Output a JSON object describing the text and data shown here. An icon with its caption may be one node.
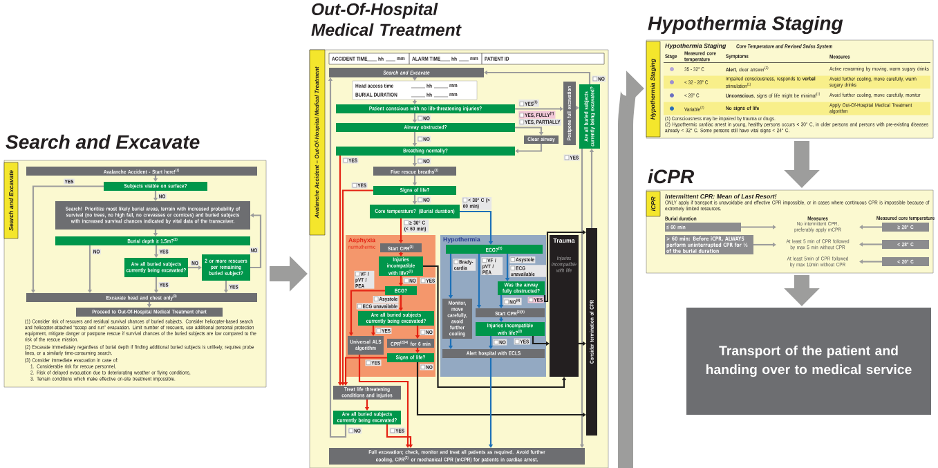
{
  "diagram": {
    "nodes": [
      {
        "text": [
          "Search and Excavate",
          "Search and Excavate"
        ]
      },
      {
        "text": [
          "Avalanche Accident - Start here!$^{(1)}$"
        ],
        "in": 0
      },
      {
        "text": [
          "Subjects visible on surface?"
        ],
        "in": 0
      },
      {
        "text": [
          "Search! Prioritize most likely burial areas, terrain with increased probability of survival (no trees, no high fall, no crevasses or cornices) and buried subjects with increased survival chances indicated by vital data of the transceiver."
        ],
        "in": 0
      },
      {
        "text": [
          "Burial depth ≥ 1.5m?$^{(2)}$"
        ],
        "in": 0
      },
      {
        "text": [
          "Are all buried subjects currently being excavated?"
        ],
        "in": 0
      },
      {
        "text": [
          "2 or more rescuers per remaining buried subject?"
        ],
        "in": 0
      },
      {
        "text": [
          "Excavate head and chest only$^{(3)}$"
        ],
        "in": 0
      },
      {
        "text": [
          "Proceed to Out-Of-Hospital Medical Treatment chart"
        ],
        "in": 0
      },
      {
        "text": [
          "Out-Of-Hospital Medical Treatment",
          "Avalanche Accident – Out-Of-Hospital Medical Treatment"
        ]
      },
      {
        "text": [
          "ACCIDENT TIME",
          "hh",
          "mm",
          "ALARM TIME",
          "hh",
          "mm",
          "PATIENT ID"
        ],
        "in": 9
      },
      {
        "text": [
          "Search and Excavate"
        ],
        "in": 9
      },
      {
        "text": [
          "Head access time",
          "hh",
          "mm",
          "BURIAL DURATION",
          "hh",
          "mm"
        ],
        "in": 9
      },
      {
        "text": [
          "Patient conscious with no life-threatening injuries?"
        ],
        "in": 9
      },
      {
        "text": [
          "Airway obstructed?"
        ],
        "in": 9
      },
      {
        "text": [
          "Clear airway"
        ],
        "in": 9
      },
      {
        "text": [
          "Breathing normally?"
        ],
        "in": 9
      },
      {
        "text": [
          "Postpone full excavation"
        ],
        "in": 9
      },
      {
        "text": [
          "Are all buried subjects currently being excavated?"
        ],
        "in": 9
      },
      {
        "text": [
          "Five rescue breaths$^{(1)}$"
        ],
        "in": 9
      },
      {
        "text": [
          "Signs of life?"
        ],
        "in": 9
      },
      {
        "text": [
          "Core temperature? (Burial duration)"
        ],
        "in": 9
      },
      {
        "text": [
          "Asphyxia",
          "normothermic"
        ],
        "in": 9
      },
      {
        "text": [
          "Start CPR$^{(2)}$"
        ],
        "in": 22
      },
      {
        "text": [
          "Injuries incompatible with life?$^{(3)}$"
        ],
        "in": 22
      },
      {
        "text": [
          "ECG?"
        ],
        "in": 22
      },
      {
        "text": [
          "Are all buried subjects currently being excavated?"
        ],
        "in": 22
      },
      {
        "text": [
          "Universal ALS algorithm"
        ],
        "in": 22
      },
      {
        "text": [
          "CPR$^{(2)(4)}$ for 6 min"
        ],
        "in": 22
      },
      {
        "text": [
          "Signs of life?"
        ],
        "in": 22
      },
      {
        "text": [
          "Hypothermia"
        ],
        "in": 9
      },
      {
        "text": [
          "ECG?$^{(5)}$"
        ],
        "in": 30
      },
      {
        "text": [
          "Was the airway fully obstructed?"
        ],
        "in": 30
      },
      {
        "text": [
          "Monitor, move carefully, avoid further cooling"
        ],
        "in": 30
      },
      {
        "text": [
          "Start CPR$^{(2)(6)}$"
        ],
        "in": 30
      },
      {
        "text": [
          "Injuries incompatible with life?$^{(3)}$"
        ],
        "in": 30
      },
      {
        "text": [
          "Alert hospital with ECLS"
        ],
        "in": 30
      },
      {
        "text": [
          "Trauma",
          "Injuries incompatible with life"
        ],
        "in": 9
      },
      {
        "text": [
          "Consider termination of CPR"
        ],
        "in": 9
      },
      {
        "text": [
          "Treat life threatening conditions and injuries"
        ],
        "in": 9
      },
      {
        "text": [
          "Are all buried subjects currently being excavated?"
        ],
        "in": 9
      },
      {
        "text": [
          "Full excavation; check, monitor and treat all patients as required. Avoid further cooling, CPR$^{(2)}$ or mechanical CPR (mCPR) for patients in cardiac arrest."
        ],
        "in": 9
      },
      {
        "text": [
          "Hypothermia Staging",
          "Hypothermia Staging"
        ]
      },
      {
        "text": [
          "iCPR",
          "iCPR"
        ]
      },
      {
        "text": [
          "≤ 60 min"
        ],
        "in": 43
      },
      {
        "text": [
          "No intermittent CPR, preferably apply mCPR"
        ],
        "in": 43
      },
      {
        "text": [
          "≥ 28° C"
        ],
        "in": 43
      },
      {
        "text": [
          "> 60 min: Before iCPR, ALWAYS perform uninterrupted CPR for ⅓ of the burial duration"
        ],
        "in": 43
      },
      {
        "text": [
          "At least 5 min of CPR followed by max 5 min without CPR"
        ],
        "in": 43
      },
      {
        "text": [
          "< 28° C"
        ],
        "in": 43
      },
      {
        "text": [
          "At least 5min of CPR followed by max 10min without CPR"
        ],
        "in": 43
      },
      {
        "text": [
          "< 20° C"
        ],
        "in": 43
      },
      {
        "text": [
          "Transport of the patient and handing over to medical service"
        ]
      }
    ],
    "edges": [
      {
        "from": 1,
        "to": 2,
        "arrow": "to"
      },
      {
        "from": 2,
        "to": 7,
        "arrow": "to",
        "label": "YES"
      },
      {
        "from": 2,
        "to": 3,
        "arrow": "to",
        "label": "NO"
      },
      {
        "from": 3,
        "to": 4,
        "arrow": "to"
      },
      {
        "from": 4,
        "to": 7,
        "arrow": "to",
        "label": "NO"
      },
      {
        "from": 4,
        "to": 5,
        "arrow": "to",
        "label": "YES"
      },
      {
        "from": 5,
        "to": 6,
        "arrow": "to",
        "label": "NO"
      },
      {
        "from": 5,
        "to": 7,
        "arrow": "to",
        "label": "YES"
      },
      {
        "from": 6,
        "to": 7,
        "arrow": "to",
        "label": "YES"
      },
      {
        "from": 6,
        "to": 3,
        "arrow": "to",
        "label": "NO"
      },
      {
        "from": 7,
        "to": 8,
        "arrow": "to"
      },
      {
        "from": 0,
        "to": 9,
        "arrow": "to",
        "style": "thick"
      },
      {
        "from": 11,
        "to": 12,
        "arrow": "to"
      },
      {
        "from": 12,
        "to": 13,
        "arrow": "to"
      },
      {
        "from": 13,
        "to": 14,
        "arrow": "to",
        "label": "NO"
      },
      {
        "from": 13,
        "to": 17,
        "arrow": "to",
        "label": "YES$^{(1)}$"
      },
      {
        "from": 14,
        "to": 15,
        "arrow": "to",
        "label": "YES, PARTIALLY"
      },
      {
        "from": 14,
        "to": 16,
        "arrow": "to",
        "label": "NO"
      },
      {
        "from": 15,
        "to": 16,
        "arrow": "to"
      },
      {
        "from": 16,
        "to": 19,
        "arrow": "to",
        "label": "NO"
      },
      {
        "from": 16,
        "to": 39,
        "arrow": "to",
        "label": "YES",
        "color": "#e42313"
      },
      {
        "from": 19,
        "to": 20,
        "arrow": "to"
      },
      {
        "from": 20,
        "to": 21,
        "arrow": "to",
        "label": "NO"
      },
      {
        "from": 20,
        "to": 39,
        "arrow": "to",
        "label": "YES",
        "color": "#e42313"
      },
      {
        "from": 21,
        "to": 23,
        "arrow": "to",
        "label": "≥ 30° C (< 60 min)",
        "color": "#e42313"
      },
      {
        "from": 21,
        "to": 31,
        "arrow": "to",
        "label": "< 30° C (> 60 min)",
        "color": "#1d71b8"
      },
      {
        "from": 17,
        "to": 18,
        "arrow": "to"
      },
      {
        "from": 18,
        "to": 11,
        "arrow": "to",
        "label": "NO"
      },
      {
        "from": 18,
        "to": 41,
        "arrow": "to",
        "label": "YES"
      },
      {
        "from": 23,
        "to": 24,
        "arrow": "to",
        "color": "#e42313"
      },
      {
        "from": 24,
        "to": 25,
        "arrow": "to",
        "label": "NO",
        "color": "#e42313"
      },
      {
        "from": 24,
        "to": 37,
        "arrow": "to",
        "label": "YES",
        "color": "#1d1d1b"
      },
      {
        "from": 25,
        "to": 27,
        "arrow": "to",
        "label": "VF / pVT / PEA",
        "color": "#e42313"
      },
      {
        "from": 25,
        "to": 26,
        "arrow": "to",
        "label": "Asystole",
        "color": "#e42313"
      },
      {
        "from": 26,
        "to": 27,
        "arrow": "to",
        "label": "YES",
        "color": "#e42313"
      },
      {
        "from": 26,
        "to": 28,
        "arrow": "to",
        "label": "NO",
        "color": "#e42313"
      },
      {
        "from": 28,
        "to": 29,
        "arrow": "to",
        "color": "#e42313"
      },
      {
        "from": 29,
        "to": 39,
        "arrow": "to",
        "label": "YES",
        "color": "#e42313"
      },
      {
        "from": 29,
        "to": 38,
        "arrow": "to",
        "label": "NO",
        "color": "#1d1d1b"
      },
      {
        "from": 27,
        "to": 41,
        "arrow": "to",
        "color": "#e42313"
      },
      {
        "from": 31,
        "to": 33,
        "arrow": "to",
        "label": "Brady-cardia",
        "color": "#1d71b8"
      },
      {
        "from": 31,
        "to": 34,
        "arrow": "to",
        "label": "VF / pVT / PEA",
        "color": "#1d71b8"
      },
      {
        "from": 31,
        "to": 32,
        "arrow": "to",
        "label": "Asystole",
        "color": "#1d71b8"
      },
      {
        "from": 32,
        "to": 34,
        "arrow": "to",
        "label": "NO$^{(8)}$",
        "color": "#1d71b8"
      },
      {
        "from": 32,
        "to": 38,
        "arrow": "to",
        "label": "YES",
        "color": "#1d1d1b"
      },
      {
        "from": 34,
        "to": 35,
        "arrow": "to",
        "color": "#1d71b8"
      },
      {
        "from": 35,
        "to": 36,
        "arrow": "to",
        "label": "NO",
        "color": "#1d71b8"
      },
      {
        "from": 35,
        "to": 37,
        "arrow": "to",
        "label": "YES",
        "color": "#1d1d1b"
      },
      {
        "from": 33,
        "to": 36,
        "arrow": "to",
        "color": "#1d71b8"
      },
      {
        "from": 36,
        "to": 41,
        "arrow": "to",
        "color": "#1d71b8"
      },
      {
        "from": 37,
        "to": 38,
        "arrow": "to",
        "color": "#1d1d1b"
      },
      {
        "from": 39,
        "to": 40,
        "arrow": "to",
        "color": "#e42313"
      },
      {
        "from": 40,
        "to": 11,
        "arrow": "to",
        "label": "NO"
      },
      {
        "from": 40,
        "to": 41,
        "arrow": "to",
        "label": "YES",
        "color": "#e42313"
      },
      {
        "from": 38,
        "to": 18,
        "arrow": "to"
      },
      {
        "from": 9,
        "to": 42,
        "arrow": "to",
        "style": "thick"
      },
      {
        "from": 42,
        "to": 43,
        "arrow": "to",
        "style": "thick"
      },
      {
        "from": 44,
        "to": 45,
        "arrow": "to"
      },
      {
        "from": 46,
        "to": 45,
        "arrow": "to"
      },
      {
        "from": 47,
        "to": 48,
        "arrow": "to"
      },
      {
        "from": 49,
        "to": 48,
        "arrow": "to"
      },
      {
        "from": 51,
        "to": 50,
        "arrow": "to"
      },
      {
        "from": 43,
        "to": 52,
        "arrow": "to",
        "style": "thick"
      }
    ],
    "labels": [
      "(1) Consider risk of rescuers and residual survival chances of buried subjects. Consider helicopter-based search and helicopter-attached “scoop and run” evacuation. Limit number of rescuers, use additional personal protection equipment, mitigate danger or postpone rescue if survival chances of the buried subjects are low compared to the risk of the rescue mission.",
      "(2) Excavate immediately regardless of burial depth if finding additional buried subjects is unlikely, requires probe lines, or a similarly time-consuming search.",
      "(3) Consider immediate evacuation in case of:",
      "1. Considerable risk for rescue personnel,",
      "2. Risk of delayed evacuation due to deteriorating weather or flying conditions,",
      "3. Terrain conditions which make effective on-site treatment impossible.",
      "YES, FULLY$^{(7)}$",
      "ECG unavailable",
      "ECG unavailable",
      "Hypothermia Staging",
      "Core Temperature and Revised Swiss System",
      "Stage",
      "Measured core temperature",
      "Symptoms",
      "Measures",
      "35 - 32° C",
      "**Alert**, clear answer$^{(1)}$",
      "Active rewarming by moving, warm sugary drinks",
      "< 32 - 28° C",
      "Impaired consciousness, responds to **verbal** stimulation$^{(1)}$",
      "Avoid further cooling, move carefully, warm sugary drinks",
      "< 28° C",
      "**Unconscious**, signs of life might be minimal$^{(1)}$",
      "Avoid further cooling, move carefully, monitor",
      "Variable$^{(2)}$",
      "No signs of life",
      "Apply Out-Of-Hospital Medical Treatment algorithm",
      "(1) Consciousness may be impaired by trauma or drugs.",
      "(2) Hypothermic cardiac arrest in young, healthy persons occurs < 30° C, in older persons and persons with pre-existing diseases already < 32° C. Some persons still have vital signs < 24° C.",
      "Intermittent CPR: Mean of Last Resort!",
      "ONLY apply if transport is unavoidable and effective CPR impossible, or in cases where continuous CPR is impossible because of extremely limited resources.",
      "Burial duration",
      "Measures",
      "Measured core temperature"
    ]
  }
}
